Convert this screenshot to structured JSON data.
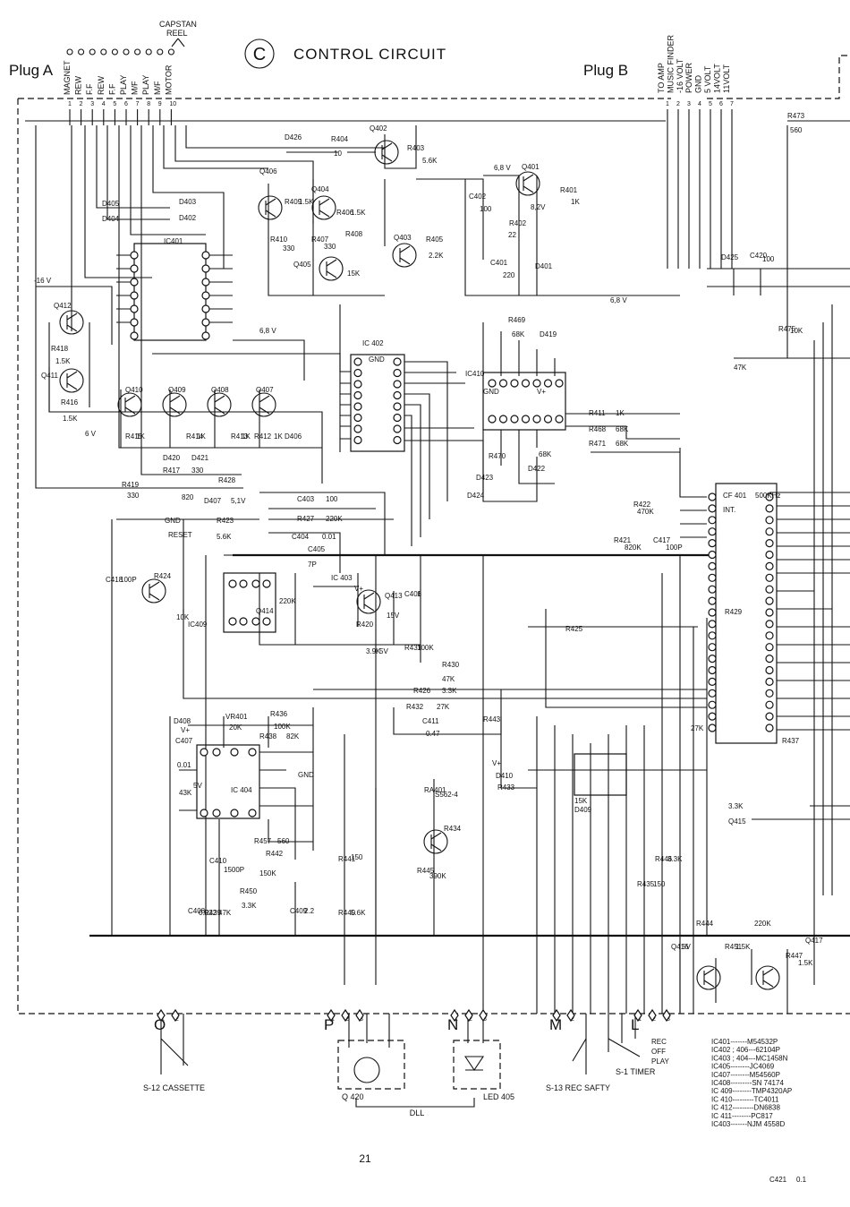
{
  "header": {
    "section_letter": "C",
    "title": "CONTROL CIRCUIT",
    "plug_a": "Plug A",
    "plug_b": "Plug B",
    "capstan_reel": [
      "CAPSTAN",
      "REEL"
    ]
  },
  "plug_a_pins": [
    "MAGNET",
    "REW",
    "F.F",
    "REW",
    "F.F",
    "PLAY",
    "M/F",
    "PLAY",
    "M/F",
    "MOTOR"
  ],
  "plug_a_numbers": [
    "1",
    "2",
    "3",
    "4",
    "5",
    "6",
    "7",
    "8",
    "9",
    "10"
  ],
  "plug_b_pins": [
    "TO AMP",
    "MUSIC FINDER",
    "-16 VOLT",
    "POWER",
    "GND",
    "5 VOLT",
    "14VOLT",
    "11VOLT"
  ],
  "plug_b_numbers": [
    "1",
    "2",
    "3",
    "4",
    "5",
    "6",
    "7"
  ],
  "components": [
    "R473",
    "560",
    "Q402",
    "D426",
    "R404",
    "10",
    "R403",
    "5.6K",
    "6,8 V",
    "Q401",
    "R401",
    "1K",
    "8,2V",
    "C402",
    "100",
    "R402",
    "22",
    "D401",
    "C401",
    "220",
    "Q406",
    "Q404",
    "R409",
    "1.5K",
    "R406",
    "1.5K",
    "R410",
    "330",
    "R407",
    "330",
    "Q405",
    "R408",
    "15K",
    "Q403",
    "R405",
    "2.2K",
    "D425",
    "C420",
    "100",
    "D405",
    "D403",
    "D404",
    "D402",
    "IC401",
    "-16 V",
    "6,8 V",
    "Q412",
    "R418",
    "1.5K",
    "Q411",
    "R416",
    "1.5K",
    "6 V",
    "6,8 V",
    "IC 402",
    "GND",
    "R469",
    "68K",
    "D419",
    "IC410",
    "GND",
    "V+",
    "R475",
    "10K",
    "47K",
    "Q410",
    "Q409",
    "Q408",
    "Q407",
    "R415",
    "1K",
    "R414",
    "1K",
    "R413",
    "1K",
    "R412",
    "1K",
    "D406",
    "R411",
    "1K",
    "R468",
    "68K",
    "R471",
    "68K",
    "R470",
    "68K",
    "D422",
    "D423",
    "D424",
    "D420",
    "D421",
    "R417",
    "330",
    "R419",
    "330",
    "R428",
    "820",
    "D407",
    "5,1V",
    "C403",
    "100",
    "R427",
    "220K",
    "R422",
    "470K",
    "CF 401",
    "500KHz",
    "INT.",
    "GND",
    "RESET",
    "R423",
    "5.6K",
    "C404",
    "0.01",
    "C405",
    "7P",
    "R421",
    "820K",
    "C417",
    "100P",
    "C418",
    "100P",
    "R424",
    "220K",
    "Q414",
    "IC 403",
    "V+",
    "R420",
    "Q413",
    "15V",
    "C406",
    "1",
    "R429",
    "10K",
    "IC409",
    "R425",
    "3.9K",
    "5V",
    "R431",
    "100K",
    "R430",
    "47K",
    "R426",
    "3.3K",
    "R432",
    "27K",
    "C411",
    "0.47",
    "R443",
    "27K",
    "D408",
    "V+",
    "VR401",
    "20K",
    "R436",
    "100K",
    "R438",
    "82K",
    "C407",
    "0.01",
    "R437",
    "43K",
    "5V",
    "IC 404",
    "GND",
    "V+",
    "D410",
    "R433",
    "15K",
    "D409",
    "RA401",
    "S562-4",
    "R434",
    "3.3K",
    "Q415",
    "R457",
    "560",
    "R442",
    "150K",
    "C410",
    "1500P",
    "R441",
    "150",
    "R445",
    "390K",
    "R435",
    "150",
    "R446",
    "3.3K",
    "R450",
    "3.3K",
    "C408",
    "0.022",
    "R439",
    "47K",
    "C409",
    "2.2",
    "R440",
    "5.6K",
    "R444",
    "220K",
    "Q417",
    "Q416",
    "5V",
    "R451",
    "1.5K",
    "R447",
    "1.5K",
    "C421",
    "0.1"
  ],
  "connectors": [
    {
      "letter": "O",
      "pins": [
        "1",
        "2"
      ],
      "label": "S-12 CASSETTE"
    },
    {
      "letter": "P",
      "pins": [
        "1",
        "2",
        "3"
      ],
      "label": "Q 420"
    },
    {
      "letter": "N",
      "pins": [
        "1",
        "2",
        "3"
      ],
      "label": "LED 405"
    },
    {
      "letter": "M",
      "pins": [
        "1",
        "2"
      ],
      "label": "S-13 REC SAFTY"
    },
    {
      "letter": "L",
      "pins": [
        "1",
        "2",
        "3"
      ],
      "label": "S-1 TIMER"
    }
  ],
  "dll_label": "DLL",
  "timer_modes": [
    "REC",
    "OFF",
    "PLAY"
  ],
  "legend": [
    "IC401-------M54532P",
    "IC402 ; 406---62104P",
    "IC403 ; 404---MC1458N",
    "IC405--------JC4069",
    "IC407--------M54560P",
    "IC408---------SN 74174",
    "IC 409--------TMP4320AP",
    "IC 410---------TC4011",
    "IC 412---------DN6838",
    "IC 411--------PC817",
    "IC403-------NJM 4558D"
  ],
  "page_number": "21"
}
